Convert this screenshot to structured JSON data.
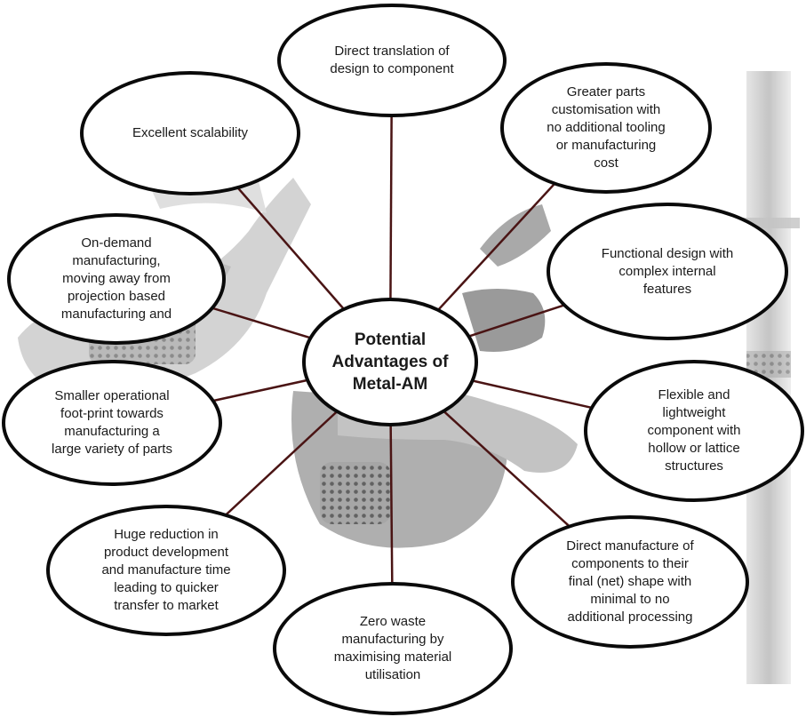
{
  "diagram": {
    "type": "radial-mind-map",
    "colors": {
      "bubble_border": "#0a0a0a",
      "bubble_fill": "#ffffff",
      "connector": "#4a1414",
      "text": "#1a1a1a",
      "background_image_tones": [
        "#8c8c8c",
        "#b4b4b4",
        "#d6d6d6"
      ]
    },
    "center": {
      "label": "Potential\nAdvantages of\nMetal-AM"
    },
    "nodes": [
      {
        "id": "direct-translation",
        "label": "Direct translation of\ndesign to component"
      },
      {
        "id": "parts-customisation",
        "label": "Greater parts\ncustomisation with\nno additional tooling\nor manufacturing\ncost"
      },
      {
        "id": "functional-design",
        "label": "Functional design with\ncomplex internal\nfeatures"
      },
      {
        "id": "flexible-lightweight",
        "label": "Flexible and\nlightweight\ncomponent with\nhollow or lattice\nstructures"
      },
      {
        "id": "net-shape",
        "label": "Direct manufacture of\ncomponents to their\nfinal (net) shape with\nminimal to no\nadditional processing"
      },
      {
        "id": "zero-waste",
        "label": "Zero waste\nmanufacturing by\nmaximising material\nutilisation"
      },
      {
        "id": "time-reduction",
        "label": "Huge reduction in\nproduct development\nand manufacture time\nleading to quicker\ntransfer to market"
      },
      {
        "id": "smaller-footprint",
        "label": "Smaller operational\nfoot-print towards\nmanufacturing a\nlarge variety of parts"
      },
      {
        "id": "on-demand",
        "label": "On-demand\nmanufacturing,\nmoving away from\nprojection based\nmanufacturing and"
      },
      {
        "id": "scalability",
        "label": "Excellent scalability"
      }
    ]
  }
}
